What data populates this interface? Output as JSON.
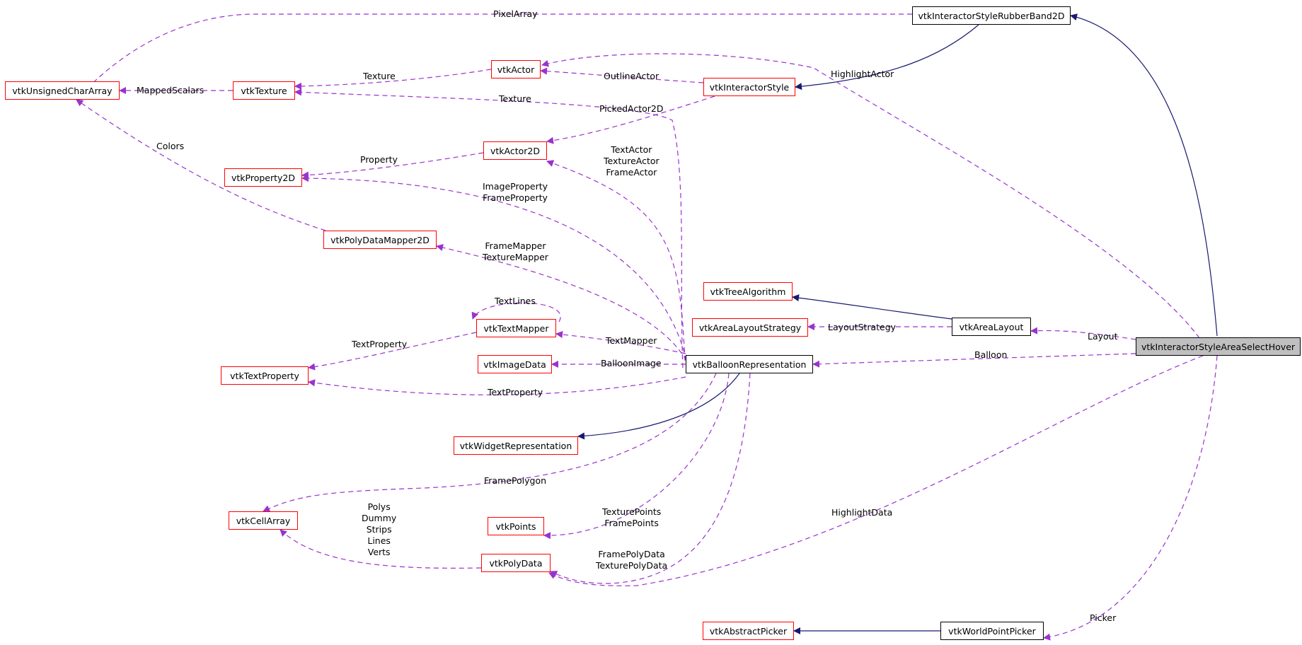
{
  "nodes": [
    {
      "id": "rubberband",
      "label": "vtkInteractorStyleRubberBand2D",
      "style": "black"
    },
    {
      "id": "uchar",
      "label": "vtkUnsignedCharArray",
      "style": "red"
    },
    {
      "id": "texture",
      "label": "vtkTexture",
      "style": "red"
    },
    {
      "id": "actor",
      "label": "vtkActor",
      "style": "red"
    },
    {
      "id": "istyle",
      "label": "vtkInteractorStyle",
      "style": "red"
    },
    {
      "id": "actor2d",
      "label": "vtkActor2D",
      "style": "red"
    },
    {
      "id": "prop2d",
      "label": "vtkProperty2D",
      "style": "red"
    },
    {
      "id": "pdmapper2d",
      "label": "vtkPolyDataMapper2D",
      "style": "red"
    },
    {
      "id": "treealgo",
      "label": "vtkTreeAlgorithm",
      "style": "red"
    },
    {
      "id": "arealayoutstrategy",
      "label": "vtkAreaLayoutStrategy",
      "style": "red"
    },
    {
      "id": "arealayout",
      "label": "vtkAreaLayout",
      "style": "black"
    },
    {
      "id": "main",
      "label": "vtkInteractorStyleAreaSelectHover",
      "style": "gray"
    },
    {
      "id": "textmapper",
      "label": "vtkTextMapper",
      "style": "red"
    },
    {
      "id": "imagedata",
      "label": "vtkImageData",
      "style": "red"
    },
    {
      "id": "balloon",
      "label": "vtkBalloonRepresentation",
      "style": "black"
    },
    {
      "id": "textprop",
      "label": "vtkTextProperty",
      "style": "red"
    },
    {
      "id": "widgetrep",
      "label": "vtkWidgetRepresentation",
      "style": "red"
    },
    {
      "id": "cellarray",
      "label": "vtkCellArray",
      "style": "red"
    },
    {
      "id": "points",
      "label": "vtkPoints",
      "style": "red"
    },
    {
      "id": "polydata",
      "label": "vtkPolyData",
      "style": "red"
    },
    {
      "id": "abspicker",
      "label": "vtkAbstractPicker",
      "style": "red"
    },
    {
      "id": "worldpicker",
      "label": "vtkWorldPointPicker",
      "style": "black"
    }
  ],
  "edge_labels": [
    {
      "id": "pixelarray",
      "text": "PixelArray"
    },
    {
      "id": "texture1",
      "text": "Texture"
    },
    {
      "id": "mappedscalars",
      "text": "MappedScalars"
    },
    {
      "id": "outlineactor",
      "text": "OutlineActor"
    },
    {
      "id": "highlightactor",
      "text": "HighlightActor"
    },
    {
      "id": "texture2",
      "text": "Texture"
    },
    {
      "id": "pickedactor2d",
      "text": "PickedActor2D"
    },
    {
      "id": "colors",
      "text": "Colors"
    },
    {
      "id": "property",
      "text": "Property"
    },
    {
      "id": "textactors",
      "text": "TextActor\nTextureActor\nFrameActor"
    },
    {
      "id": "imageprops",
      "text": "ImageProperty\nFrameProperty"
    },
    {
      "id": "framemappers",
      "text": "FrameMapper\nTextureMapper"
    },
    {
      "id": "textlines",
      "text": "TextLines"
    },
    {
      "id": "layoutstrategy",
      "text": "LayoutStrategy"
    },
    {
      "id": "layout",
      "text": "Layout"
    },
    {
      "id": "textproperty1",
      "text": "TextProperty"
    },
    {
      "id": "textmapperlbl",
      "text": "TextMapper"
    },
    {
      "id": "balloonimage",
      "text": "BalloonImage"
    },
    {
      "id": "balloonlbl",
      "text": "Balloon"
    },
    {
      "id": "textproperty2",
      "text": "TextProperty"
    },
    {
      "id": "framepolygon",
      "text": "FramePolygon"
    },
    {
      "id": "cellarrays",
      "text": "Polys\nDummy\nStrips\nLines\nVerts"
    },
    {
      "id": "texturepoints",
      "text": "TexturePoints\nFramePoints"
    },
    {
      "id": "highlightdata",
      "text": "HighlightData"
    },
    {
      "id": "framepolydata",
      "text": "FramePolyData\nTexturePolyData"
    },
    {
      "id": "picker",
      "text": "Picker"
    }
  ],
  "colors": {
    "inheritance": "#191970",
    "usage": "#9a32cd",
    "red_border": "#ff0000",
    "black_border": "#000000",
    "main_fill": "#bfbfbf"
  }
}
